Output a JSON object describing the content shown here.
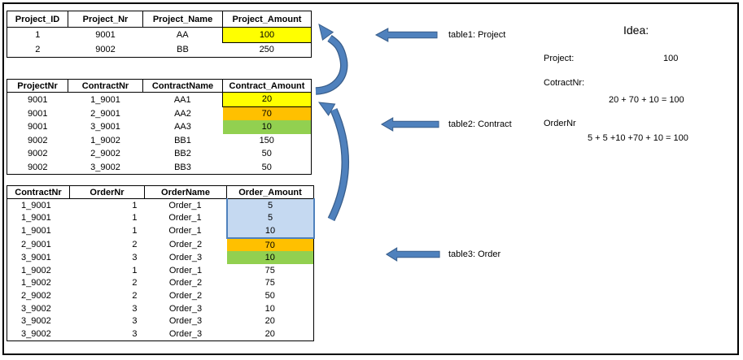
{
  "colors": {
    "yellow": "#FFFF00",
    "orange": "#FFC000",
    "green": "#92D050",
    "blue_fill": "#C5D9F1",
    "blue_border": "#4F81BD",
    "arrow_fill": "#4F81BD",
    "arrow_stroke": "#385D8A",
    "grid": "#000000"
  },
  "tables": [
    {
      "name": "Project",
      "headers": [
        "Project_ID",
        "Project_Nr",
        "Project_Name",
        "Project_Amount"
      ],
      "rows": [
        [
          "1",
          "9001",
          "AA",
          "100"
        ],
        [
          "2",
          "9002",
          "BB",
          "250"
        ]
      ],
      "highlights": [
        {
          "row": 0,
          "col": 3,
          "color": "yellow",
          "boxed": true
        }
      ]
    },
    {
      "name": "Contract",
      "headers": [
        "ProjectNr",
        "ContractNr",
        "ContractName",
        "Contract_Amount"
      ],
      "rows": [
        [
          "9001",
          "1_9001",
          "AA1",
          "20"
        ],
        [
          "9001",
          "2_9001",
          "AA2",
          "70"
        ],
        [
          "9001",
          "3_9001",
          "AA3",
          "10"
        ],
        [
          "9002",
          "1_9002",
          "BB1",
          "150"
        ],
        [
          "9002",
          "2_9002",
          "BB2",
          "50"
        ],
        [
          "9002",
          "3_9002",
          "BB3",
          "50"
        ]
      ],
      "highlights": [
        {
          "row": 0,
          "col": 3,
          "color": "yellow",
          "boxed": true
        },
        {
          "row": 1,
          "col": 3,
          "color": "orange"
        },
        {
          "row": 2,
          "col": 3,
          "color": "green"
        }
      ]
    },
    {
      "name": "Order",
      "headers": [
        "ContractNr",
        "OrderNr",
        "OrderName",
        "Order_Amount"
      ],
      "rows": [
        [
          "1_9001",
          "1",
          "Order_1",
          "5"
        ],
        [
          "1_9001",
          "1",
          "Order_1",
          "5"
        ],
        [
          "1_9001",
          "1",
          "Order_1",
          "10"
        ],
        [
          "2_9001",
          "2",
          "Order_2",
          "70"
        ],
        [
          "3_9001",
          "3",
          "Order_3",
          "10"
        ],
        [
          "1_9002",
          "1",
          "Order_1",
          "75"
        ],
        [
          "1_9002",
          "2",
          "Order_2",
          "75"
        ],
        [
          "2_9002",
          "2",
          "Order_2",
          "50"
        ],
        [
          "3_9002",
          "3",
          "Order_3",
          "10"
        ],
        [
          "3_9002",
          "3",
          "Order_3",
          "20"
        ],
        [
          "3_9002",
          "3",
          "Order_3",
          "20"
        ]
      ],
      "highlights": [
        {
          "row": 0,
          "col": 3,
          "color": "blue",
          "block": "top"
        },
        {
          "row": 1,
          "col": 3,
          "color": "blue",
          "block": "mid"
        },
        {
          "row": 2,
          "col": 3,
          "color": "blue",
          "block": "bottom"
        },
        {
          "row": 3,
          "col": 3,
          "color": "orange"
        },
        {
          "row": 4,
          "col": 3,
          "color": "green"
        }
      ]
    }
  ],
  "callouts": [
    {
      "label": "table1: Project"
    },
    {
      "label": "table2: Contract"
    },
    {
      "label": "table3: Order"
    }
  ],
  "idea": {
    "title": "Idea:",
    "project_label": "Project:",
    "project_value": "100",
    "contract_label": "CotractNr:",
    "contract_sum": "20 + 70 + 10 = 100",
    "order_label": "OrderNr",
    "order_sum": "5 + 5 +10 +70 + 10 = 100"
  }
}
